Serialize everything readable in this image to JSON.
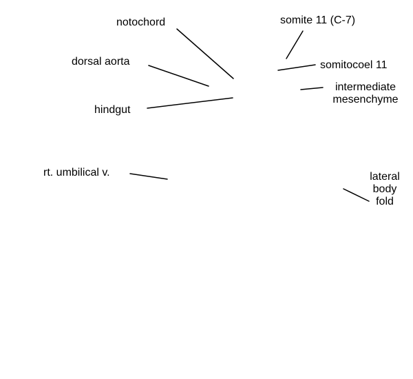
{
  "labels": {
    "notochord": "notochord",
    "somite": "somite 11 (C-7)",
    "dorsal_aorta": "dorsal aorta",
    "somitocoel": "somitocoel 11",
    "intermediate_line1": "intermediate",
    "intermediate_line2": "mesenchyme",
    "hindgut": "hindgut",
    "umbilical_vein": "rt. umbilical v.",
    "lateral_line1": "lateral",
    "lateral_line2": "body",
    "lateral_line3": "fold"
  },
  "colors": {
    "text": "#000000",
    "leader": "#000000",
    "background": "#ffffff"
  }
}
